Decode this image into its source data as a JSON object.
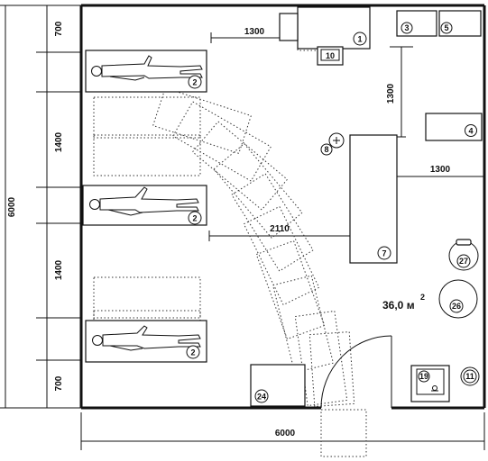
{
  "dimensions": {
    "room_width": "6000",
    "room_height": "6000",
    "side_segments": [
      "700",
      "1400",
      "1400",
      "700"
    ],
    "right_gap_top": "1300",
    "right_gap_bottom": "1300",
    "top_gap": "1300",
    "middle_gap": "2110"
  },
  "area": {
    "value": "36,0 м",
    "sup": "2"
  },
  "items": {
    "n1": "1",
    "n2a": "2",
    "n2b": "2",
    "n2c": "2",
    "n3": "3",
    "n4": "4",
    "n5": "5",
    "n7": "7",
    "n8": "8",
    "n10": "10",
    "n11": "11",
    "n19": "19",
    "n24": "24",
    "n26": "26",
    "n27": "27"
  }
}
